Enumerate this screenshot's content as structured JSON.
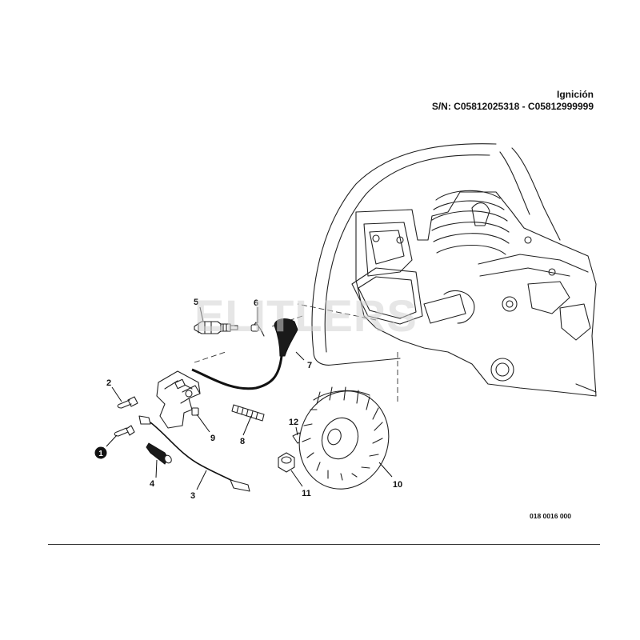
{
  "header": {
    "title": "Ignición",
    "serial": "S/N: C05812025318 - C05812999999"
  },
  "watermark": "ELITLERS",
  "drawing_number": "018 0016 000",
  "parts": [
    {
      "id": "1",
      "label": "1",
      "style": "bullet"
    },
    {
      "id": "2",
      "label": "2"
    },
    {
      "id": "3",
      "label": "3"
    },
    {
      "id": "4",
      "label": "4"
    },
    {
      "id": "5",
      "label": "5"
    },
    {
      "id": "6",
      "label": "6"
    },
    {
      "id": "7",
      "label": "7"
    },
    {
      "id": "8",
      "label": "8"
    },
    {
      "id": "9",
      "label": "9"
    },
    {
      "id": "10",
      "label": "10"
    },
    {
      "id": "11",
      "label": "11"
    },
    {
      "id": "12",
      "label": "12"
    }
  ]
}
